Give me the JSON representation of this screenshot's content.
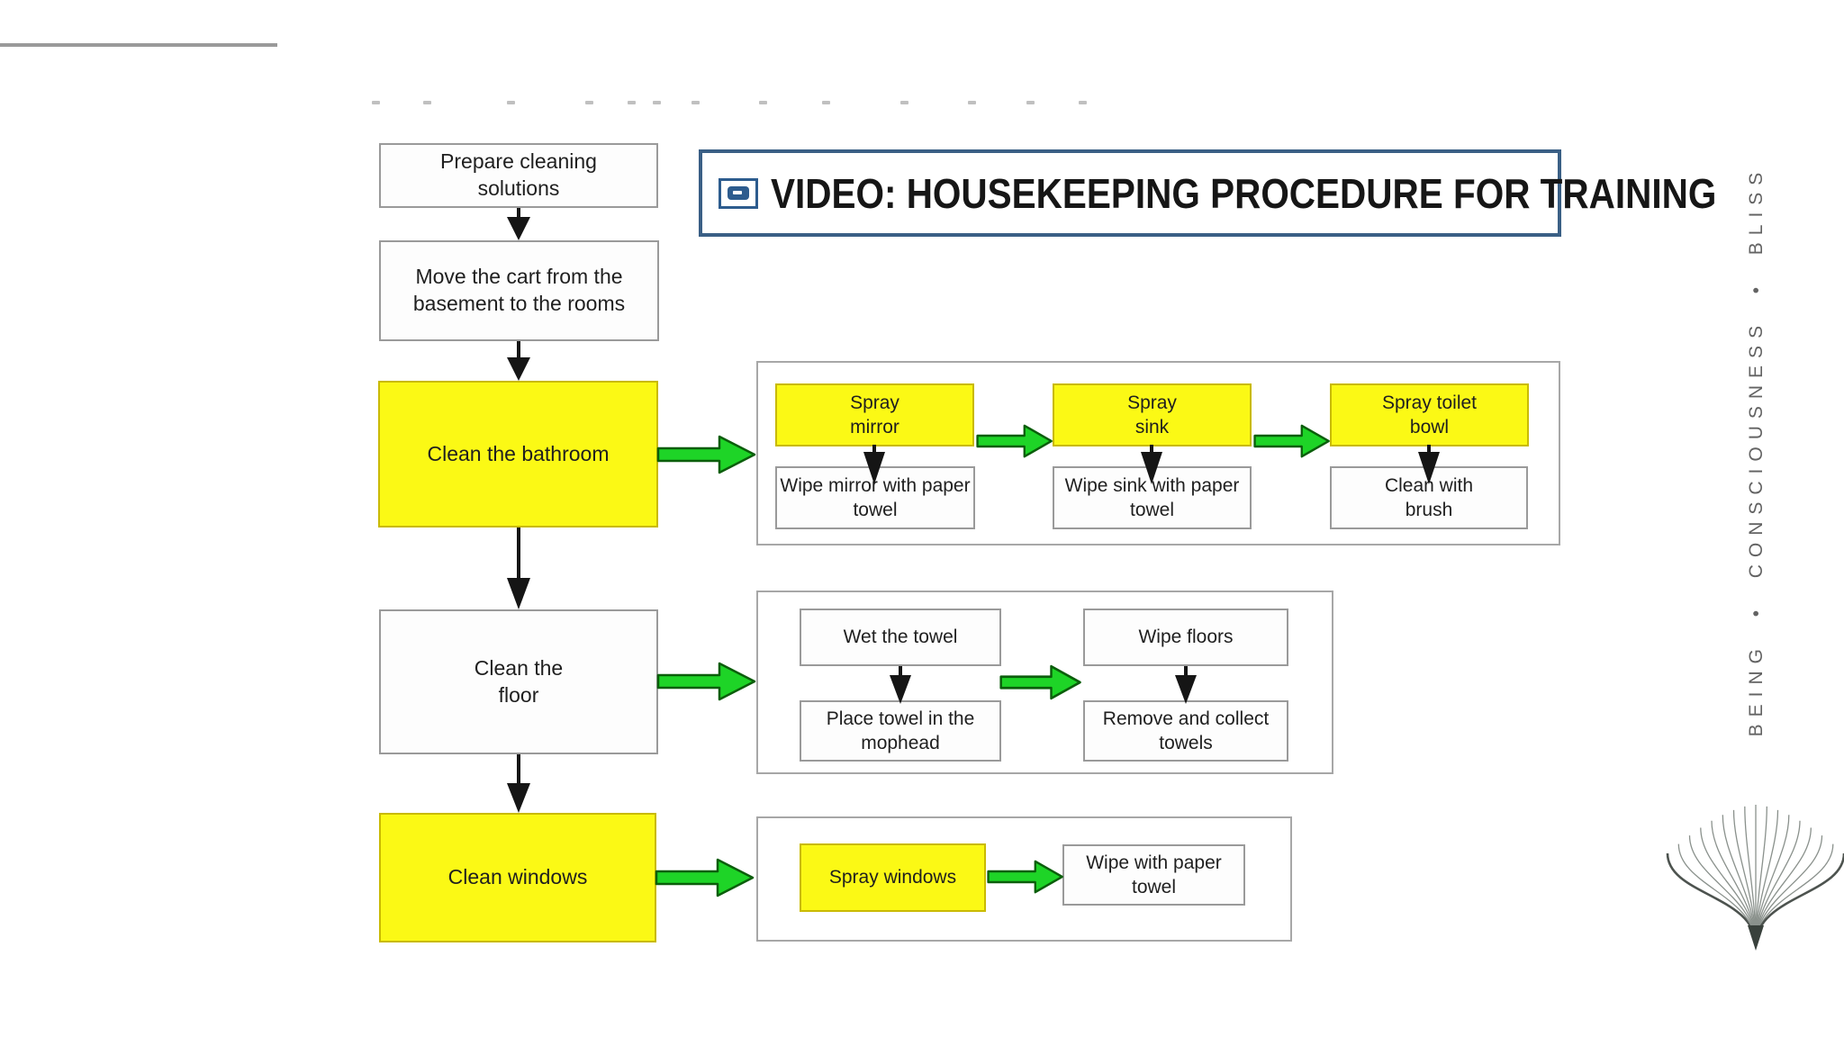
{
  "video_banner": {
    "label": "VIDEO: HOUSEKEEPING PROCEDURE FOR TRAINING",
    "icon": "video-camera-icon",
    "border_color": "#3a5f85",
    "icon_color": "#2d5c8e"
  },
  "flow": {
    "main": [
      {
        "label": "Prepare cleaning\nsolutions",
        "highlighted": false
      },
      {
        "label": "Move the cart from the\nbasement to the rooms",
        "highlighted": false
      },
      {
        "label": "Clean the bathroom",
        "highlighted": true
      },
      {
        "label": "Clean the\nfloor",
        "highlighted": false
      },
      {
        "label": "Clean windows",
        "highlighted": true
      }
    ],
    "bathroom": [
      {
        "step": "Spray\nmirror",
        "action": "Wipe mirror with paper\ntowel"
      },
      {
        "step": "Spray\nsink",
        "action": "Wipe sink with paper\ntowel"
      },
      {
        "step": "Spray toilet\nbowl",
        "action": "Clean with\nbrush"
      }
    ],
    "floor": [
      {
        "step": "Wet the towel",
        "action": "Place towel in the\nmophead"
      },
      {
        "step": "Wipe floors",
        "action": "Remove and collect\ntowels"
      }
    ],
    "windows": [
      {
        "step": "Spray  windows",
        "action": "Wipe with paper towel"
      }
    ]
  },
  "brand": {
    "text": "BEING  •  CONSCIOUSNESS  •  BLISS",
    "color": "#636363"
  },
  "colors": {
    "highlight_yellow": "#fbf915",
    "yellow_border": "#c9ba00",
    "arrow_green": "#1ed427",
    "arrow_green_outline": "#0b5e0b",
    "arrow_black": "#151515",
    "box_border_gray": "#9a9a9a",
    "top_rule_gray": "#9a9a9a"
  },
  "artifact_dashes_x": [
    413,
    470,
    563,
    650,
    697,
    725,
    768,
    843,
    913,
    1000,
    1075,
    1140,
    1198
  ]
}
